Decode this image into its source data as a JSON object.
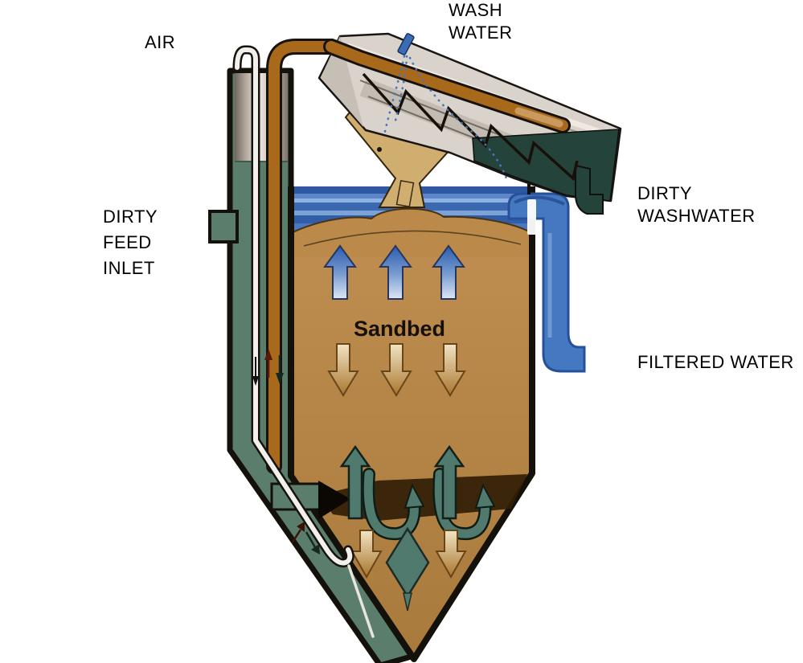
{
  "diagram": {
    "type": "continuous-backwash-sand-filter-cross-section",
    "labels": {
      "air": "AIR",
      "wash_water": [
        "WASH",
        "WATER"
      ],
      "dirty_feed_inlet": [
        "DIRTY",
        "FEED",
        "INLET"
      ],
      "dirty_washwater": [
        "DIRTY",
        "WASHWATER"
      ],
      "filtered_water": "FILTERED WATER",
      "sandbed": "Sandbed"
    },
    "colors": {
      "sand": "#b5853f",
      "water_blue": "#4a77bd",
      "feed_green": "#5b7d6c",
      "airlift_orange": "#a8691b",
      "dirty_washwater_teal": "#24433b",
      "washer_housing_grey": "#d9d3cb",
      "filtered_pipe_blue": "#4478c0",
      "recirculation_teal": "#4f7a6d",
      "label_text": "#000000"
    }
  }
}
